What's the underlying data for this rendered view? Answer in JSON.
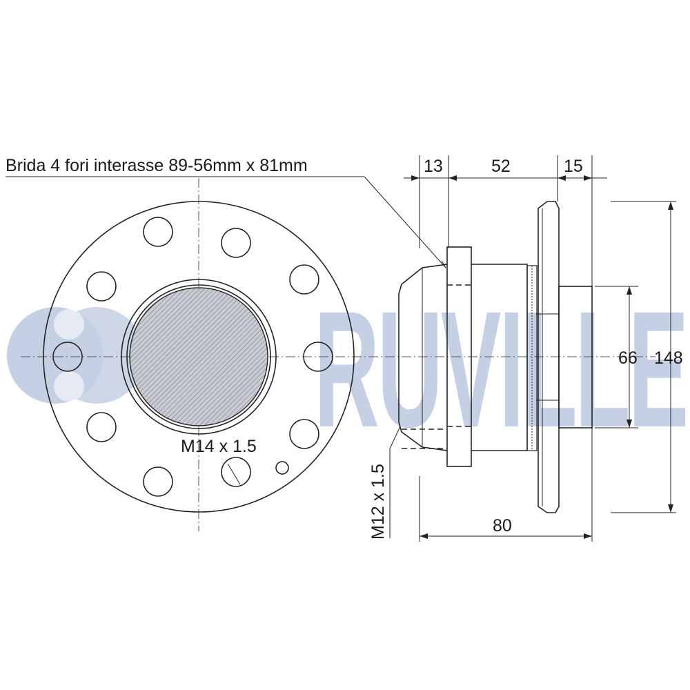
{
  "brand": {
    "watermark_text": "RUVILLE",
    "watermark_color": "#c5d0e4"
  },
  "annotations": {
    "flange_note": "Brida 4 fori interasse 89-56mm x 81mm",
    "wheel_stud_thread": "M14 x 1.5",
    "bolt_thread": "M12 x 1.5"
  },
  "dimensions": {
    "flange_thickness": "13",
    "body_length": "52",
    "pilot_length": "15",
    "overall_length": "80",
    "pilot_diameter": "66",
    "flange_diameter": "148"
  },
  "icons": {
    "logo": "ruville-logo-icon"
  }
}
